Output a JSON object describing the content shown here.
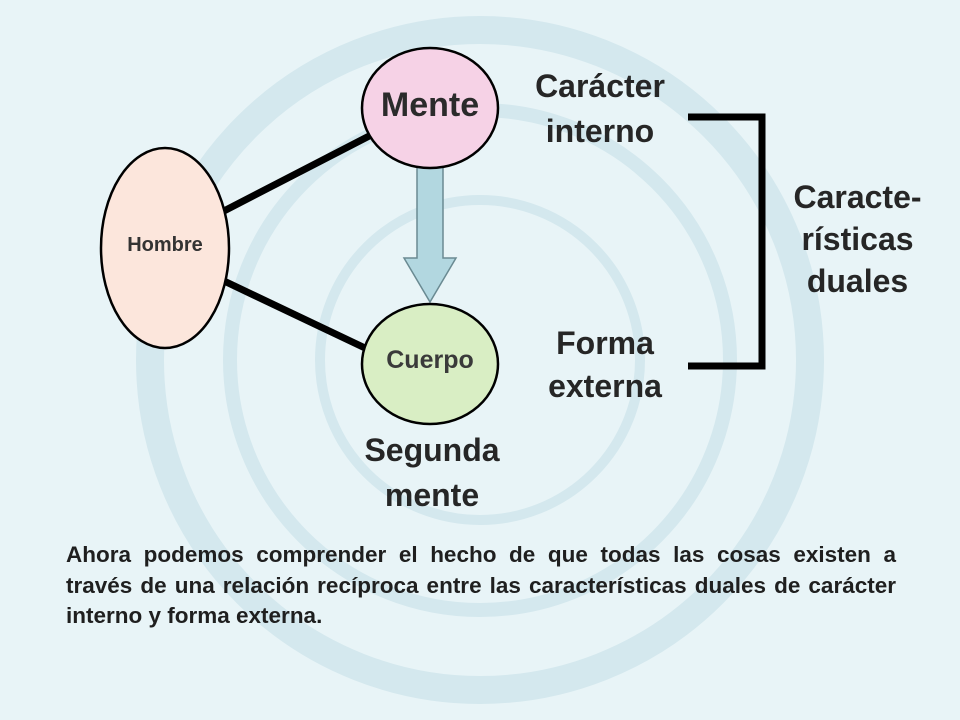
{
  "colors": {
    "background": "#E8F4F7",
    "watermark": "#D4E8EE",
    "mente_fill": "#F6D2E6",
    "cuerpo_fill": "#D9EEC4",
    "hombre_fill": "#FCE6DC",
    "arrow_fill": "#B2D7E0",
    "outline": "#000000"
  },
  "nodes": {
    "hombre": "Hombre",
    "mente": "Mente",
    "cuerpo": "Cuerpo"
  },
  "labels": {
    "caracter_interno": "Carácter\ninterno",
    "forma_externa": "Forma\nexterna",
    "segunda_mente": "Segunda\nmente",
    "caracteristicas_duales": "Caracte-\nrísticas\nduales"
  },
  "paragraph": "Ahora podemos comprender el hecho de que todas las cosas existen a través de una relación recíproca entre las características duales de carácter interno y forma externa."
}
